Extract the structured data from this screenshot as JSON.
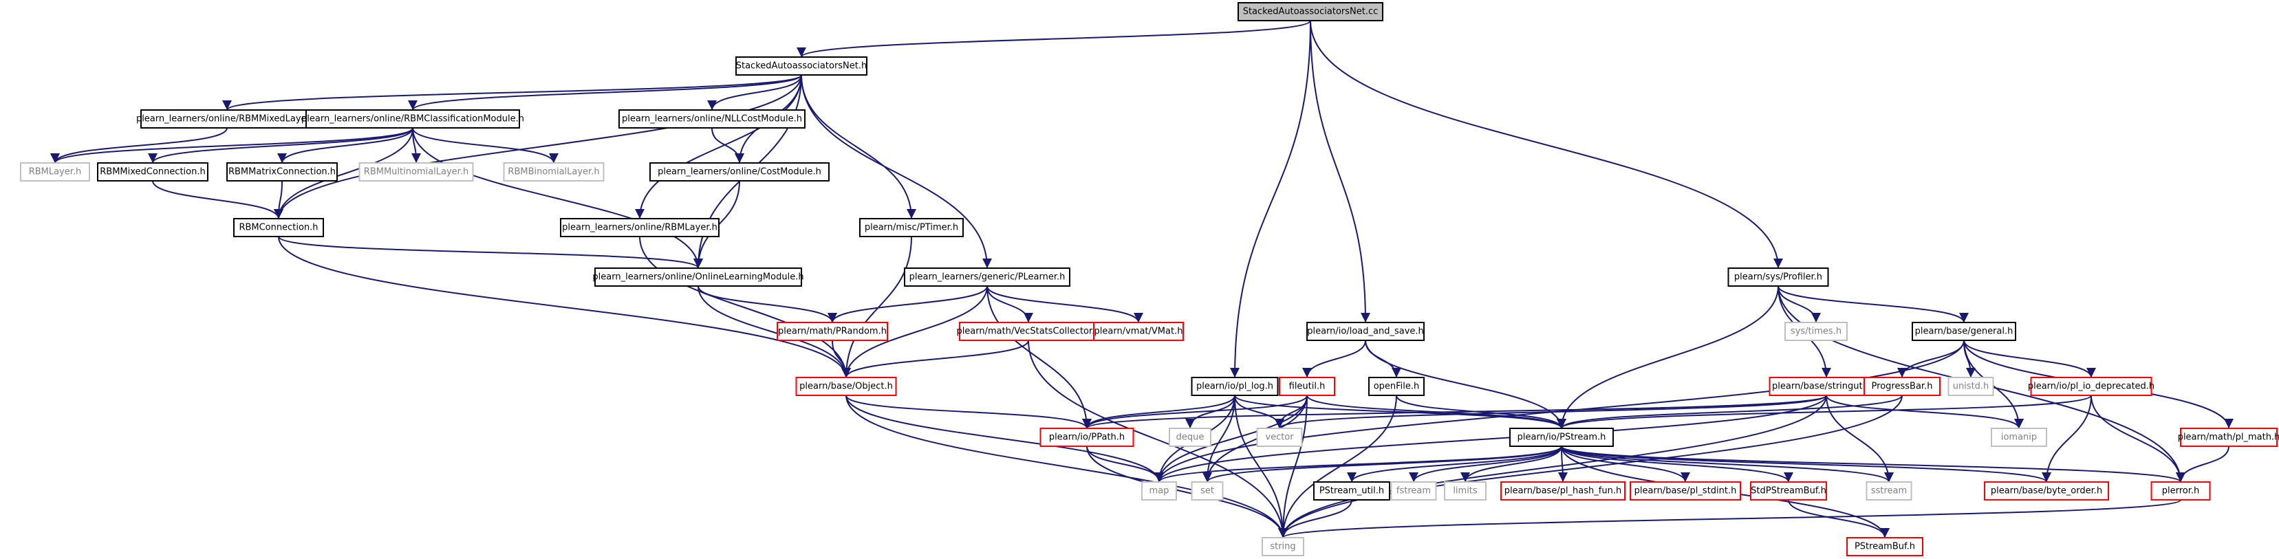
{
  "diagram": {
    "colors": {
      "edge": "#191970",
      "root_fill": "#bfbfbf",
      "normal_border": "#000000",
      "truncated_border": "#ff0000",
      "external_border": "#bfbfbf",
      "external_text": "#808080"
    },
    "nodes": [
      {
        "id": "root",
        "label": "StackedAutoassociatorsNet.cc",
        "style": "root"
      },
      {
        "id": "san_h",
        "label": "StackedAutoassociatorsNet.h",
        "style": "normal"
      },
      {
        "id": "rbmmixedlayer",
        "label": "plearn_learners/online/RBMMixedLayer.h",
        "style": "normal"
      },
      {
        "id": "rbmclass",
        "label": "plearn_learners/online/RBMClassificationModule.h",
        "style": "normal"
      },
      {
        "id": "nllcost",
        "label": "plearn_learners/online/NLLCostModule.h",
        "style": "normal"
      },
      {
        "id": "rbmlayer",
        "label": "RBMLayer.h",
        "style": "external"
      },
      {
        "id": "rbmmixedconn",
        "label": "RBMMixedConnection.h",
        "style": "normal"
      },
      {
        "id": "rbmmatrixconn",
        "label": "RBMMatrixConnection.h",
        "style": "normal"
      },
      {
        "id": "rbmmultinomial",
        "label": "RBMMultinomialLayer.h",
        "style": "external"
      },
      {
        "id": "rbmbinomial",
        "label": "RBMBinomialLayer.h",
        "style": "external"
      },
      {
        "id": "costmodule",
        "label": "plearn_learners/online/CostModule.h",
        "style": "normal"
      },
      {
        "id": "rbmconn",
        "label": "RBMConnection.h",
        "style": "normal"
      },
      {
        "id": "onlrbmlayer",
        "label": "plearn_learners/online/RBMLayer.h",
        "style": "normal"
      },
      {
        "id": "ptimer",
        "label": "plearn/misc/PTimer.h",
        "style": "normal"
      },
      {
        "id": "onlinelearning",
        "label": "plearn_learners/online/OnlineLearningModule.h",
        "style": "normal"
      },
      {
        "id": "plearner",
        "label": "plearn_learners/generic/PLearner.h",
        "style": "normal"
      },
      {
        "id": "prandom",
        "label": "plearn/math/PRandom.h",
        "style": "truncated"
      },
      {
        "id": "vecstats",
        "label": "plearn/math/VecStatsCollector.h",
        "style": "truncated"
      },
      {
        "id": "vmat",
        "label": "plearn/vmat/VMat.h",
        "style": "truncated"
      },
      {
        "id": "object",
        "label": "plearn/base/Object.h",
        "style": "truncated"
      },
      {
        "id": "pl_log",
        "label": "plearn/io/pl_log.h",
        "style": "normal"
      },
      {
        "id": "loadsave",
        "label": "plearn/io/load_and_save.h",
        "style": "normal"
      },
      {
        "id": "fileutil",
        "label": "fileutil.h",
        "style": "truncated"
      },
      {
        "id": "openfile",
        "label": "openFile.h",
        "style": "normal"
      },
      {
        "id": "profiler",
        "label": "plearn/sys/Profiler.h",
        "style": "normal"
      },
      {
        "id": "systimes",
        "label": "sys/times.h",
        "style": "external"
      },
      {
        "id": "general",
        "label": "plearn/base/general.h",
        "style": "normal"
      },
      {
        "id": "stringutils",
        "label": "plearn/base/stringutils.h",
        "style": "truncated"
      },
      {
        "id": "progressbar",
        "label": "ProgressBar.h",
        "style": "truncated"
      },
      {
        "id": "unistd",
        "label": "unistd.h",
        "style": "external"
      },
      {
        "id": "pl_io_dep",
        "label": "plearn/io/pl_io_deprecated.h",
        "style": "truncated"
      },
      {
        "id": "pl_math",
        "label": "plearn/math/pl_math.h",
        "style": "truncated"
      },
      {
        "id": "iomanip",
        "label": "iomanip",
        "style": "external"
      },
      {
        "id": "ppath",
        "label": "plearn/io/PPath.h",
        "style": "truncated"
      },
      {
        "id": "deque",
        "label": "deque",
        "style": "external"
      },
      {
        "id": "vector",
        "label": "vector",
        "style": "external"
      },
      {
        "id": "pstream",
        "label": "plearn/io/PStream.h",
        "style": "normal"
      },
      {
        "id": "map",
        "label": "map",
        "style": "external"
      },
      {
        "id": "set",
        "label": "set",
        "style": "external"
      },
      {
        "id": "pstream_util",
        "label": "PStream_util.h",
        "style": "normal"
      },
      {
        "id": "fstream",
        "label": "fstream",
        "style": "external"
      },
      {
        "id": "limits",
        "label": "limits",
        "style": "external"
      },
      {
        "id": "pl_hash_fun",
        "label": "plearn/base/pl_hash_fun.h",
        "style": "truncated"
      },
      {
        "id": "pl_stdint",
        "label": "plearn/base/pl_stdint.h",
        "style": "truncated"
      },
      {
        "id": "stdpstreambuf",
        "label": "StdPStreamBuf.h",
        "style": "truncated"
      },
      {
        "id": "sstream",
        "label": "sstream",
        "style": "external"
      },
      {
        "id": "byte_order",
        "label": "plearn/base/byte_order.h",
        "style": "truncated"
      },
      {
        "id": "plerror",
        "label": "plerror.h",
        "style": "truncated"
      },
      {
        "id": "string",
        "label": "string",
        "style": "external"
      },
      {
        "id": "pstreambuf",
        "label": "PStreamBuf.h",
        "style": "truncated"
      }
    ],
    "edges": [
      [
        "root",
        "san_h"
      ],
      [
        "root",
        "pl_log"
      ],
      [
        "root",
        "loadsave"
      ],
      [
        "root",
        "profiler"
      ],
      [
        "san_h",
        "rbmmixedlayer"
      ],
      [
        "san_h",
        "rbmclass"
      ],
      [
        "san_h",
        "nllcost"
      ],
      [
        "san_h",
        "costmodule"
      ],
      [
        "san_h",
        "rbmconn"
      ],
      [
        "san_h",
        "onlrbmlayer"
      ],
      [
        "san_h",
        "ptimer"
      ],
      [
        "san_h",
        "onlinelearning"
      ],
      [
        "san_h",
        "plearner"
      ],
      [
        "rbmmixedlayer",
        "rbmlayer"
      ],
      [
        "rbmclass",
        "rbmlayer"
      ],
      [
        "rbmclass",
        "rbmmixedconn"
      ],
      [
        "rbmclass",
        "rbmmatrixconn"
      ],
      [
        "rbmclass",
        "rbmmultinomial"
      ],
      [
        "rbmclass",
        "rbmbinomial"
      ],
      [
        "rbmclass",
        "rbmconn"
      ],
      [
        "rbmclass",
        "onlinelearning"
      ],
      [
        "nllcost",
        "costmodule"
      ],
      [
        "costmodule",
        "onlinelearning"
      ],
      [
        "rbmmixedconn",
        "rbmconn"
      ],
      [
        "rbmmatrixconn",
        "rbmconn"
      ],
      [
        "rbmconn",
        "onlinelearning"
      ],
      [
        "rbmconn",
        "object"
      ],
      [
        "onlrbmlayer",
        "object"
      ],
      [
        "ptimer",
        "object"
      ],
      [
        "onlinelearning",
        "prandom"
      ],
      [
        "onlinelearning",
        "object"
      ],
      [
        "plearner",
        "prandom"
      ],
      [
        "plearner",
        "vecstats"
      ],
      [
        "plearner",
        "vmat"
      ],
      [
        "plearner",
        "object"
      ],
      [
        "plearner",
        "ppath"
      ],
      [
        "prandom",
        "object"
      ],
      [
        "vecstats",
        "object"
      ],
      [
        "vecstats",
        "string"
      ],
      [
        "object",
        "ppath"
      ],
      [
        "object",
        "map"
      ],
      [
        "object",
        "string"
      ],
      [
        "pl_log",
        "ppath"
      ],
      [
        "pl_log",
        "deque"
      ],
      [
        "pl_log",
        "vector"
      ],
      [
        "pl_log",
        "pstream"
      ],
      [
        "pl_log",
        "map"
      ],
      [
        "pl_log",
        "set"
      ],
      [
        "pl_log",
        "string"
      ],
      [
        "loadsave",
        "fileutil"
      ],
      [
        "loadsave",
        "openfile"
      ],
      [
        "loadsave",
        "pstream"
      ],
      [
        "fileutil",
        "ppath"
      ],
      [
        "fileutil",
        "vector"
      ],
      [
        "fileutil",
        "map"
      ],
      [
        "fileutil",
        "set"
      ],
      [
        "fileutil",
        "string"
      ],
      [
        "fileutil",
        "pstream"
      ],
      [
        "openfile",
        "pstream"
      ],
      [
        "openfile",
        "string"
      ],
      [
        "profiler",
        "systimes"
      ],
      [
        "profiler",
        "general"
      ],
      [
        "profiler",
        "stringutils"
      ],
      [
        "profiler",
        "pstream"
      ],
      [
        "profiler",
        "plerror"
      ],
      [
        "general",
        "progressbar"
      ],
      [
        "general",
        "unistd"
      ],
      [
        "general",
        "iomanip"
      ],
      [
        "general",
        "pl_io_dep"
      ],
      [
        "general",
        "pl_math"
      ],
      [
        "general",
        "map"
      ],
      [
        "stringutils",
        "ppath"
      ],
      [
        "stringutils",
        "vector"
      ],
      [
        "stringutils",
        "map"
      ],
      [
        "stringutils",
        "sstream"
      ],
      [
        "stringutils",
        "string"
      ],
      [
        "stringutils",
        "iomanip"
      ],
      [
        "progressbar",
        "pstream"
      ],
      [
        "progressbar",
        "string"
      ],
      [
        "pl_io_dep",
        "pstream"
      ],
      [
        "pl_io_dep",
        "byte_order"
      ],
      [
        "pl_io_dep",
        "plerror"
      ],
      [
        "pl_math",
        "plerror"
      ],
      [
        "ppath",
        "map"
      ],
      [
        "ppath",
        "string"
      ],
      [
        "pstream",
        "map"
      ],
      [
        "pstream",
        "set"
      ],
      [
        "pstream",
        "pstream_util"
      ],
      [
        "pstream",
        "fstream"
      ],
      [
        "pstream",
        "limits"
      ],
      [
        "pstream",
        "pl_hash_fun"
      ],
      [
        "pstream",
        "pl_stdint"
      ],
      [
        "pstream",
        "stdpstreambuf"
      ],
      [
        "pstream",
        "pstreambuf"
      ],
      [
        "pstream",
        "sstream"
      ],
      [
        "pstream",
        "byte_order"
      ],
      [
        "pstream",
        "plerror"
      ],
      [
        "pstream_util",
        "string"
      ],
      [
        "stdpstreambuf",
        "pstreambuf"
      ],
      [
        "plerror",
        "string"
      ]
    ]
  }
}
